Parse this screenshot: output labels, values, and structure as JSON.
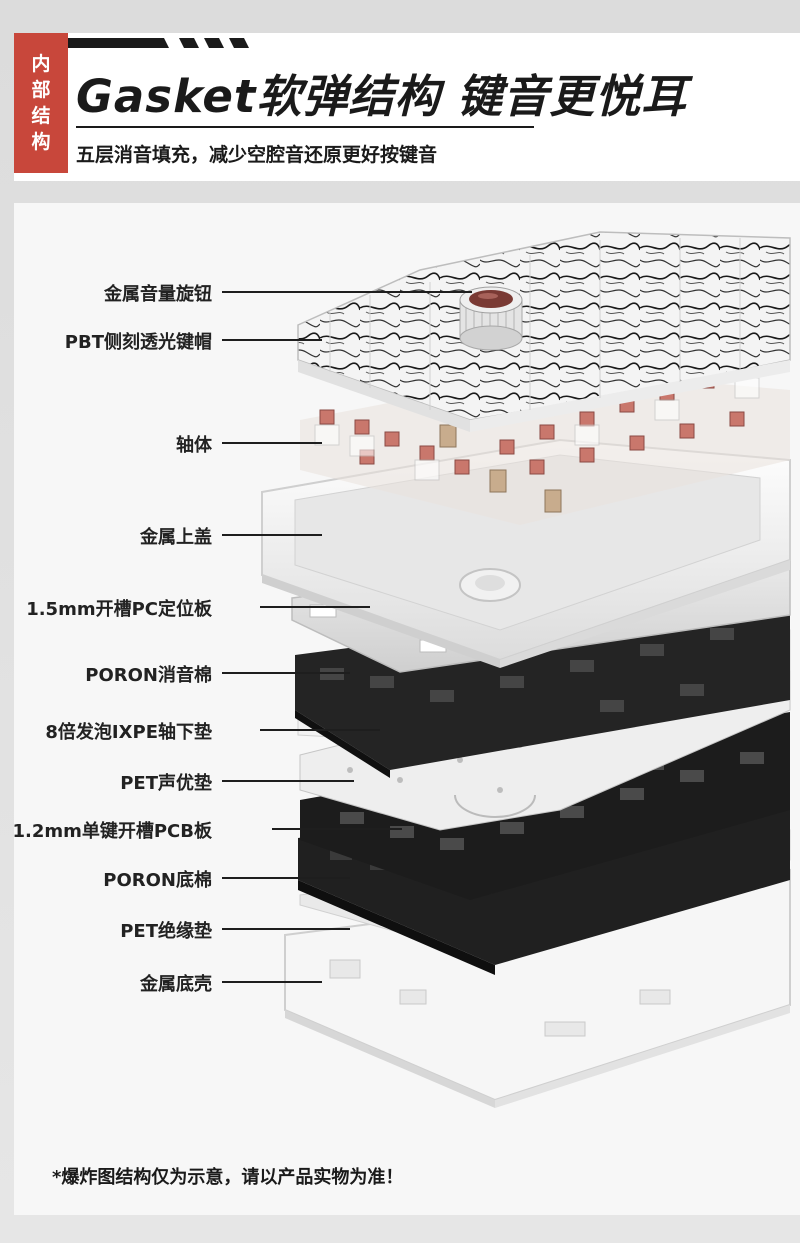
{
  "header": {
    "badge_lines": [
      "内",
      "部",
      "结",
      "构"
    ],
    "title": "Gasket软弹结构 键音更悦耳",
    "subtitle": "五层消音填充，减少空腔音还原更好按键音"
  },
  "layers": [
    "金属音量旋钮",
    "PBT侧刻透光键帽",
    "轴体",
    "金属上盖",
    "1.5mm开槽PC定位板",
    "PORON消音棉",
    "8倍发泡IXPE轴下垫",
    "PET声优垫",
    "1.2mm单键开槽PCB板",
    "PORON底棉",
    "PET绝缘垫",
    "金属底壳"
  ],
  "footnote": "*爆炸图结构仅为示意，请以产品实物为准！",
  "colors": {
    "badge": "#c8473b",
    "text": "#1a1a1a",
    "knob_cap": "#7a3a34",
    "switch_stem": "#c9776c",
    "foam_dark": "#222222"
  }
}
